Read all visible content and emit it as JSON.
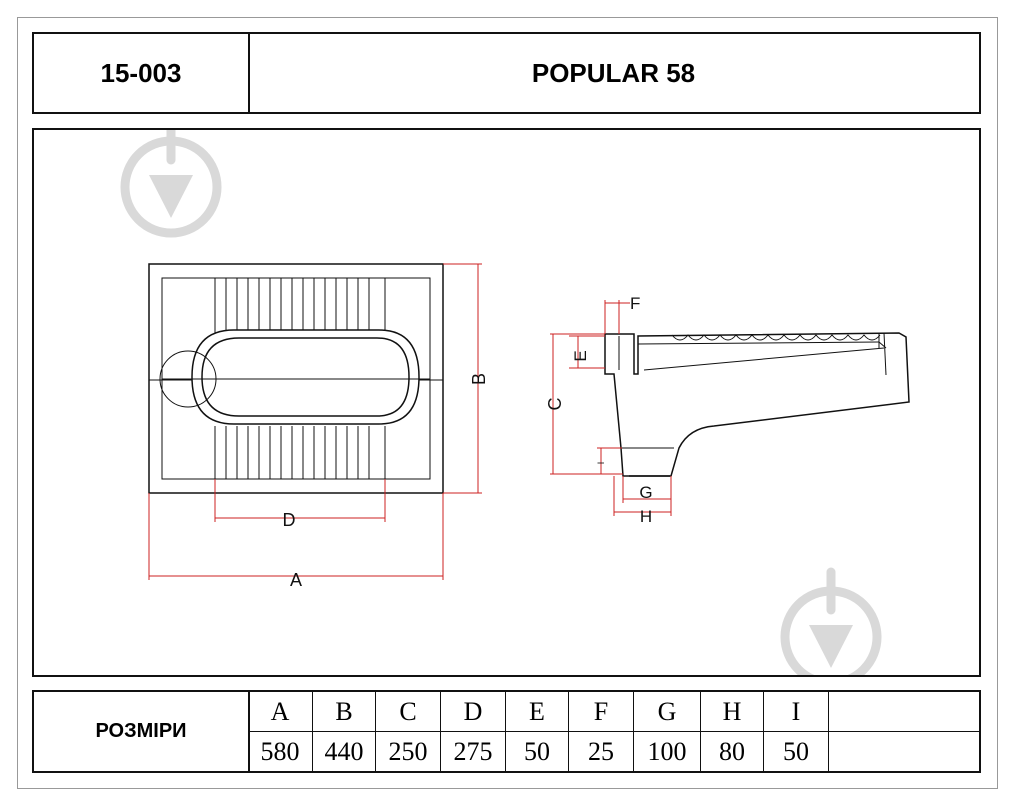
{
  "header": {
    "code": "15-003",
    "title": "POPULAR 58"
  },
  "diagram": {
    "labels": {
      "A": "A",
      "B": "B",
      "C": "C",
      "D": "D",
      "E": "E",
      "F": "F",
      "G": "G",
      "H": "H",
      "I": "I"
    }
  },
  "dimensions": {
    "row_label": "РОЗМІРИ",
    "headers": [
      "A",
      "B",
      "C",
      "D",
      "E",
      "F",
      "G",
      "H",
      "I"
    ],
    "values": [
      "580",
      "440",
      "250",
      "275",
      "50",
      "25",
      "100",
      "80",
      "50"
    ]
  },
  "colors": {
    "dimension_line": "#cc2222",
    "outline": "#111111",
    "watermark": "#d9d9d9"
  },
  "icons": [
    "watermark-logo-icon",
    "watermark-logo-icon"
  ]
}
